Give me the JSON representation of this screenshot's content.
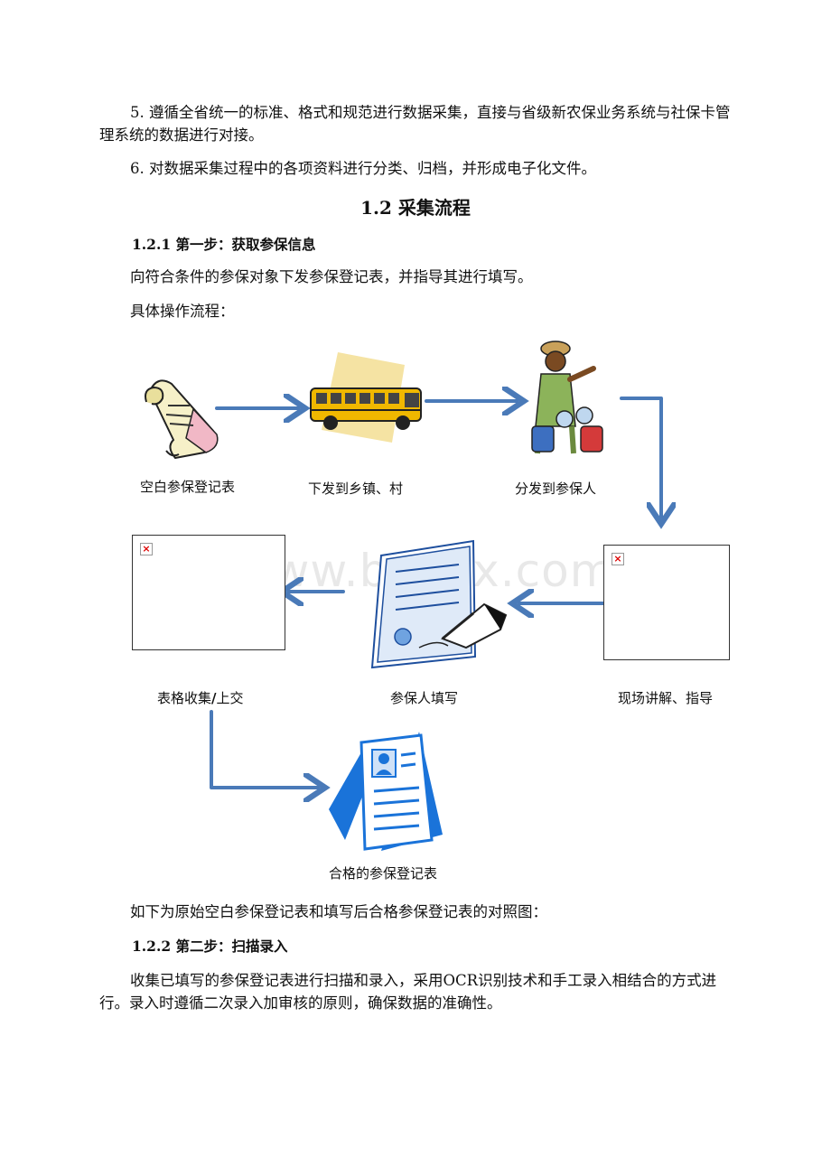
{
  "intro": {
    "item5": "5. 遵循全省统一的标准、格式和规范进行数据采集，直接与省级新农保业务系统与社保卡管理系统的数据进行对接。",
    "item6": "6. 对数据采集过程中的各项资料进行分类、归档，并形成电子化文件。"
  },
  "section": {
    "title": "1.2 采集流程",
    "step1_title": "1.2.1 第一步：获取参保信息",
    "step1_desc": "向符合条件的参保对象下发参保登记表，并指导其进行填写。",
    "step1_ops": "具体操作流程："
  },
  "flowchart": {
    "captions": {
      "blank_form": "空白参保登记表",
      "distribute_town": "下发到乡镇、村",
      "distribute_person": "分发到参保人",
      "collect_submit_a": "表格收集",
      "collect_submit_b": "/",
      "collect_submit_c": "上交",
      "person_fill": "参保人填写",
      "onsite_guide": "现场讲解、指导",
      "qualified_form": "合格的参保登记表"
    },
    "broken_image_mark": "×",
    "arrow_color": "#4a7ab8"
  },
  "watermark": "www.bdocx.com",
  "after": {
    "compare_text": "如下为原始空白参保登记表和填写后合格参保登记表的对照图：",
    "step2_title": "1.2.2 第二步：扫描录入",
    "step2_desc": "收集已填写的参保登记表进行扫描和录入，采用OCR识别技术和手工录入相结合的方式进行。录入时遵循二次录入加审核的原则，确保数据的准确性。"
  }
}
